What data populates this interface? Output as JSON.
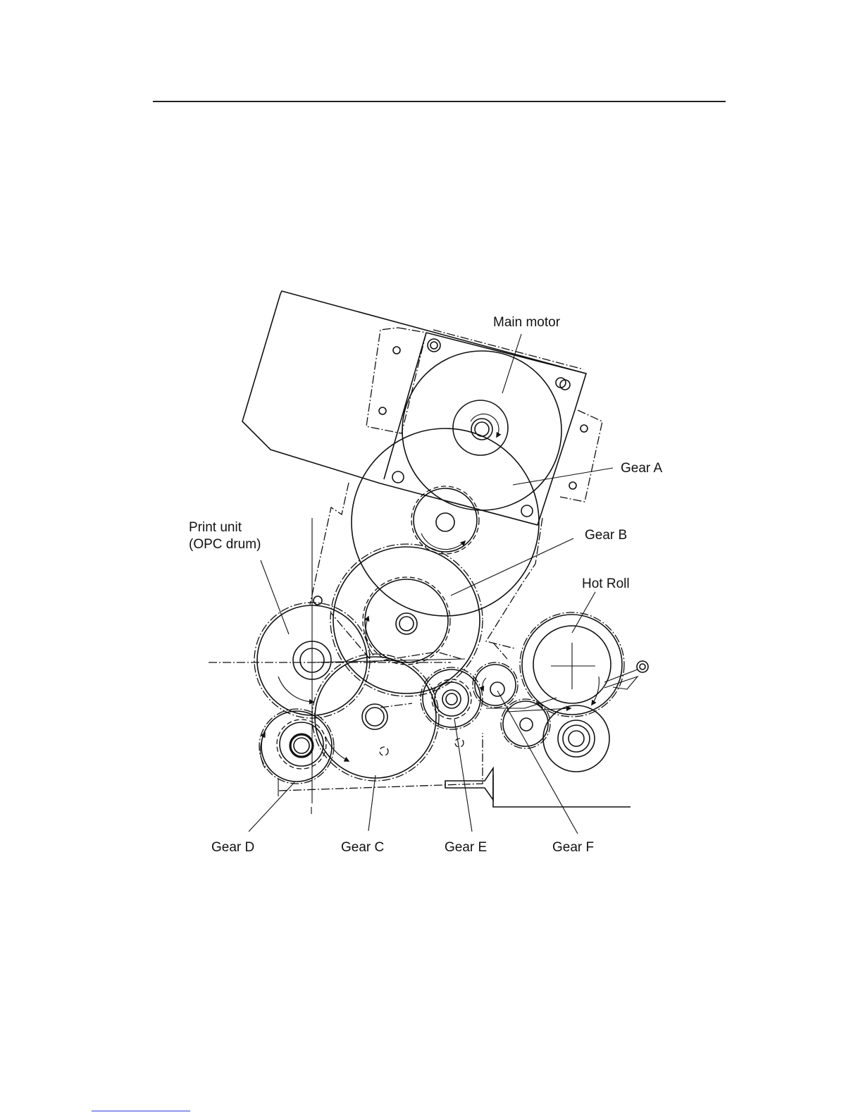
{
  "labels": {
    "main_motor": "Main motor",
    "gear_a": "Gear A",
    "gear_b": "Gear B",
    "hot_roll": "Hot Roll",
    "print_unit_line1": "Print unit",
    "print_unit_line2": "(OPC drum)",
    "gear_d": "Gear D",
    "gear_c": "Gear C",
    "gear_e": "Gear E",
    "gear_f": "Gear F"
  },
  "colors": {
    "line": "#111111",
    "footer_rule": "#2b3bd6"
  }
}
